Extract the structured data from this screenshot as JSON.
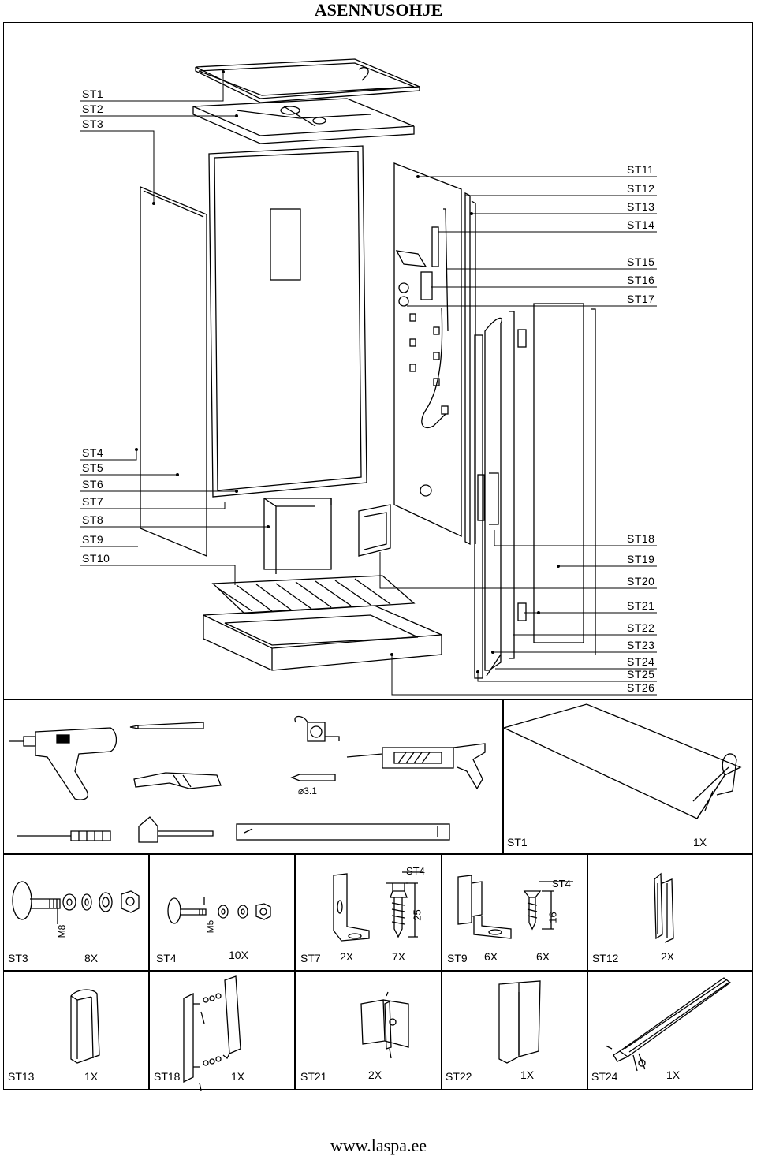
{
  "title": "ASENNUSOHJE",
  "footer": "www.laspa.ee",
  "left_labels": [
    "ST1",
    "ST2",
    "ST3",
    "ST4",
    "ST5",
    "ST6",
    "ST7",
    "ST8",
    "ST9",
    "ST10"
  ],
  "right_labels": [
    "ST11",
    "ST12",
    "ST13",
    "ST14",
    "ST15",
    "ST16",
    "ST17",
    "ST18",
    "ST19",
    "ST20",
    "ST21",
    "ST22",
    "ST23",
    "ST24",
    "ST25",
    "ST26"
  ],
  "st1_cell": {
    "name": "ST1",
    "qty": "1X"
  },
  "drill_label": "⌀3.1",
  "parts": [
    {
      "name": "ST3",
      "qty": "8X",
      "thread": "M8"
    },
    {
      "name": "ST4",
      "qty": "10X",
      "thread": "M5"
    },
    {
      "name": "ST7",
      "qty": "2X",
      "qty2": "7X",
      "screw": "ST4",
      "length": "25"
    },
    {
      "name": "ST9",
      "qty": "6X",
      "qty2": "6X",
      "screw": "ST4",
      "length": "16"
    },
    {
      "name": "ST12",
      "qty": "2X"
    },
    {
      "name": "ST13",
      "qty": "1X"
    },
    {
      "name": "ST18",
      "qty": "1X"
    },
    {
      "name": "ST21",
      "qty": "2X"
    },
    {
      "name": "ST22",
      "qty": "1X"
    },
    {
      "name": "ST24",
      "qty": "1X"
    }
  ]
}
